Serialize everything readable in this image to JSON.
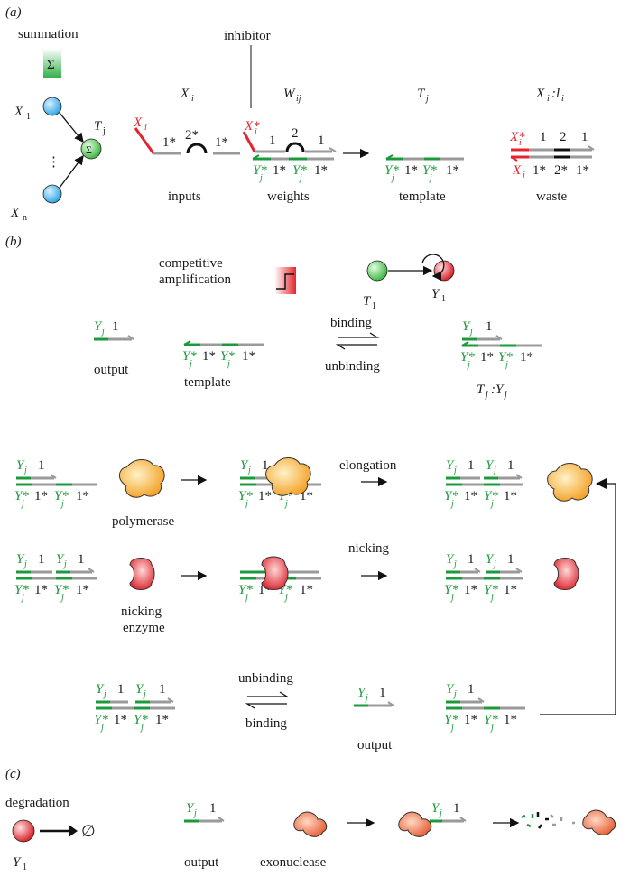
{
  "panels": {
    "a": "(a)",
    "b": "(b)",
    "c": "(c)"
  },
  "panel_a": {
    "summation": "summation",
    "sigma": "Σ",
    "inhibitor": "inhibitor",
    "node_x1": "X",
    "node_x1_sub": "1",
    "node_xn": "X",
    "node_xn_sub": "n",
    "node_tj": "T",
    "node_tj_sub": "j",
    "dots": "⋮",
    "col_titles": [
      {
        "main": "X",
        "sub": "i"
      },
      {
        "main": "W",
        "sub": "ij"
      },
      {
        "main": "T",
        "sub": "j"
      },
      {
        "main": "X",
        "sub": "i",
        "extra": ":l",
        "extra_sub": "i"
      }
    ],
    "captions": [
      "inputs",
      "weights",
      "template",
      "waste"
    ],
    "seg_labels": {
      "one": "1",
      "two": "2",
      "one_star": "1*",
      "two_star": "2*",
      "xi": "X",
      "xi_sub": "i",
      "xi_star": "X*",
      "yj_star": "Y*",
      "yj_sub": "j"
    }
  },
  "panel_b": {
    "competitive": "competitive",
    "amplification": "amplification",
    "t1": "T",
    "t1_sub": "1",
    "y1": "Y",
    "y1_sub": "1",
    "binding": "binding",
    "unbinding": "unbinding",
    "output": "output",
    "template": "template",
    "complex": "T",
    "complex_sub": "j",
    "complex_rest": ":Y",
    "complex_rest_sub": "j",
    "elongation": "elongation",
    "nicking": "nicking",
    "polymerase": "polymerase",
    "nicking_enzyme_1": "nicking",
    "nicking_enzyme_2": "enzyme"
  },
  "panel_c": {
    "degradation": "degradation",
    "y1": "Y",
    "y1_sub": "1",
    "empty": "∅",
    "output": "output",
    "exonuclease": "exonuclease"
  },
  "colors": {
    "red": "#e3262d",
    "green": "#1b9a3b",
    "gray": "#9a9a9a",
    "blue_node": "#3bb4ef",
    "green_node": "#4cc24c",
    "polymerase": "#f4a52a",
    "nicking": "#e3262d",
    "exonuclease": "#ea6a3a"
  }
}
